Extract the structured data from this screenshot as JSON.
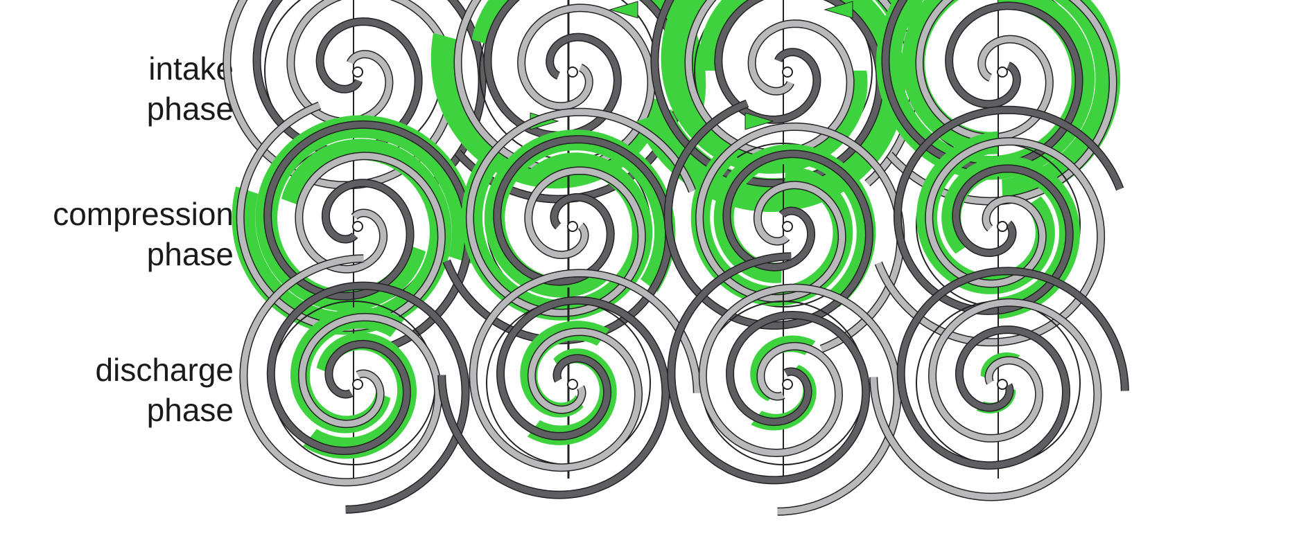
{
  "rows": [
    {
      "line1": "intake",
      "line2": "phase",
      "fill": [
        "none",
        "crescent",
        "halfmoon",
        "ring"
      ]
    },
    {
      "line1": "compression",
      "line2": "phase",
      "fill": [
        "ring",
        "ring-mid",
        "ring-inner",
        "inner"
      ]
    },
    {
      "line1": "discharge",
      "line2": "phase",
      "fill": [
        "inner-small",
        "core",
        "core-small",
        "core-tiny"
      ]
    }
  ],
  "colors": {
    "fixed_scroll": "#5f5f63",
    "orbiting_scroll": "#b9b9bc",
    "gas_pocket": "#3ed23e",
    "outline": "#222222"
  },
  "icons": [
    "arrow-in-icon"
  ]
}
